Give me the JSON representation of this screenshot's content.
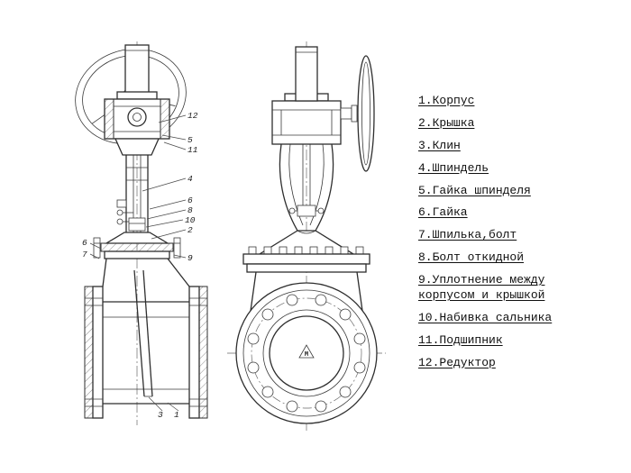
{
  "page": {
    "background": "#ffffff",
    "line_color": "#2e2e2e"
  },
  "legend": {
    "items": [
      "1.Корпус",
      "2.Крышка",
      "3.Клин",
      "4.Шпиндель",
      "5.Гайка шпинделя",
      "6.Гайка",
      "7.Шпилька,болт",
      "8.Болт откидной",
      "9.Уплотнение между корпусом и крышкой",
      "10.Набивка сальника",
      "11.Подшипник",
      "12.Редуктор"
    ]
  },
  "drawing": {
    "callouts": [
      "12",
      "5",
      "11",
      "4",
      "6",
      "8",
      "10",
      "2",
      "9",
      "6",
      "7",
      "3",
      "1"
    ],
    "center_mark": "М"
  }
}
